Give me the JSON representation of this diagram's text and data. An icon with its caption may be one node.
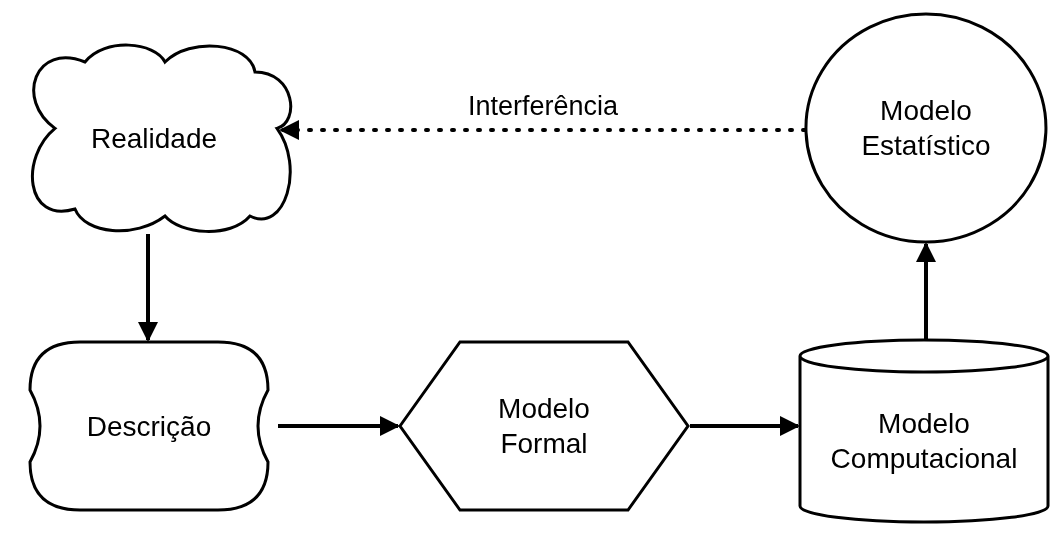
{
  "diagram": {
    "nodes": [
      {
        "text": [
          "Realidade"
        ]
      },
      {
        "text": [
          "Modelo Estatístico"
        ]
      },
      {
        "text": [
          "Descrição"
        ]
      },
      {
        "text": [
          "Modelo Formal"
        ]
      },
      {
        "text": [
          "Modelo Computacional"
        ]
      }
    ],
    "edges": [
      {
        "from": 1,
        "to": 0,
        "arrow": "to",
        "label": "Interferência",
        "style": "dashed"
      },
      {
        "from": 0,
        "to": 2,
        "arrow": "to"
      },
      {
        "from": 2,
        "to": 3,
        "arrow": "to"
      },
      {
        "from": 3,
        "to": 4,
        "arrow": "to"
      },
      {
        "from": 4,
        "to": 1,
        "arrow": "to"
      }
    ]
  }
}
